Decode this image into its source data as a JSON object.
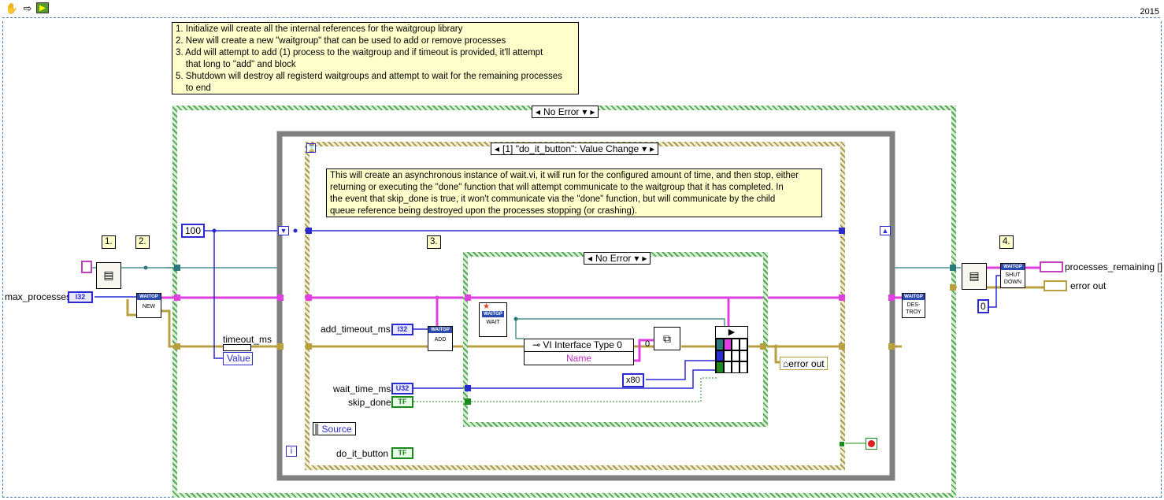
{
  "toolbar": {
    "run_icon": "hand-icon",
    "step_icon": "arrow-icon",
    "highlight_icon": "highlight-icon",
    "year": "2015"
  },
  "notes": {
    "top_lines": [
      "1. Initialize will create all the internal references for the waitgroup library",
      "2. New will create a new \"waitgroup\" that can be used to add or remove processes",
      "3. Add will attempt to add (1) process to the waitgroup and if timeout is provided, it'll attempt",
      "    that long to \"add\" and block",
      "5. Shutdown will destroy all registerd waitgroups and attempt to wait for the remaining processes",
      "    to end"
    ],
    "event_lines": [
      "This will create an asynchronous instance of wait.vi, it will run for the configured amount of time, and then stop, either",
      "returning or executing the \"done\" function that will attempt communicate to the waitgroup that it has completed. In",
      "the event that skip_done is true, it won't communicate via the \"done\" function, but will communicate by the child",
      "queue reference being destroyed upon the processes stopping (or crashing)."
    ],
    "step1": "1.",
    "step2": "2.",
    "step3": "3.",
    "step4": "4."
  },
  "structures": {
    "outer_case": "No Error",
    "event_case": "[1] \"do_it_button\": Value Change",
    "inner_case": "No Error"
  },
  "labels": {
    "max_processes": "max_processes",
    "timeout_ms": "timeout_ms",
    "value": "Value",
    "add_timeout_ms": "add_timeout_ms",
    "wait_time_ms": "wait_time_ms",
    "skip_done": "skip_done",
    "source": "Source",
    "do_it_button": "do_it_button",
    "processes_remaining": "processes_remaining []",
    "error_out": "error out",
    "error_out_inner": "error out",
    "vi_interface": "VI Interface Type 0",
    "name": "Name",
    "loop_index": "i"
  },
  "constants": {
    "hundred": "100",
    "zero_outer": "0",
    "zero_inner": "0",
    "x80": "x80"
  },
  "terminals": {
    "i32_a": "I32",
    "i32_b": "I32",
    "u32": "U32",
    "tf_a": "TF",
    "tf_b": "TF"
  },
  "subvis": {
    "new": "NEW",
    "add": "ADD",
    "wait": "WAIT",
    "destroy": "DES-TROY",
    "shutdown": "SHUT DOWN",
    "header": "WAITGP"
  },
  "colors": {
    "wire_int": "#2a2ad0",
    "wire_ref": "#e040e0",
    "wire_error": "#b8a040",
    "wire_bool": "#1a8a1a",
    "struct_green": "#6fb36f",
    "loop_gray": "#808080"
  }
}
